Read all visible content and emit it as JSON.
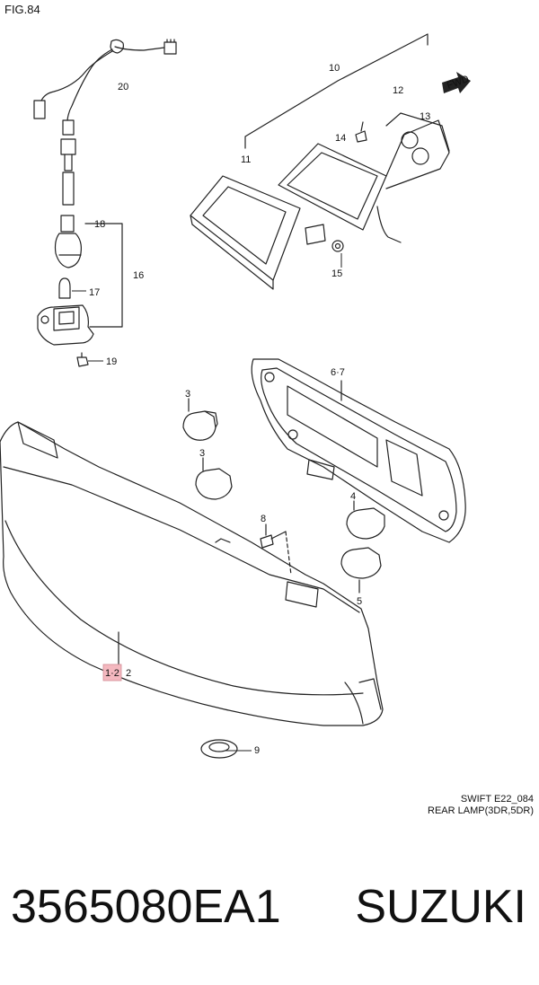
{
  "figure": {
    "label": "FIG.84"
  },
  "orientation_marker": {
    "text": "FWD"
  },
  "callouts": {
    "c1_2": "1·2",
    "c2": "2",
    "c3a": "3",
    "c3b": "3",
    "c4": "4",
    "c5": "5",
    "c6_7": "6·7",
    "c8": "8",
    "c9": "9",
    "c10": "10",
    "c11": "11",
    "c12": "12",
    "c13": "13",
    "c14": "14",
    "c15": "15",
    "c16": "16",
    "c17": "17",
    "c18": "18",
    "c19": "19",
    "c20": "20"
  },
  "caption": {
    "line1": "SWIFT E22_084",
    "line2": "REAR LAMP(3DR,5DR)"
  },
  "footer": {
    "part_number": "3565080EA1",
    "brand": "SUZUKI"
  },
  "colors": {
    "line": "#222222",
    "highlight_box": "#f4b8bf",
    "background": "#ffffff"
  }
}
